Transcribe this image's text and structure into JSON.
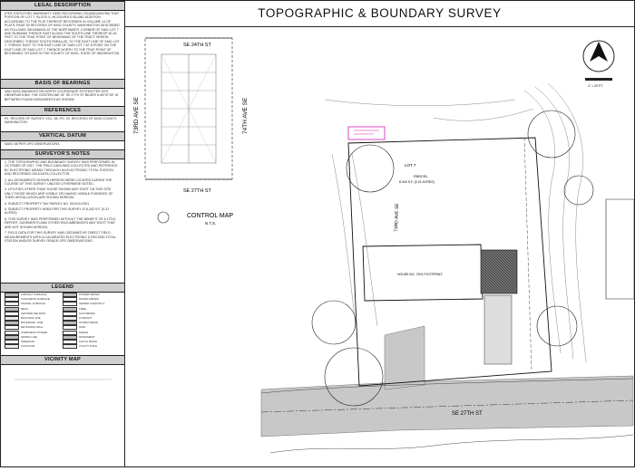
{
  "title": "TOPOGRAPHIC & BOUNDARY SURVEY",
  "sections": {
    "legal_description": "LEGAL DESCRIPTION",
    "basis_of_bearings": "BASIS OF BEARINGS",
    "references": "REFERENCES",
    "vertical_datum": "VERTICAL DATUM",
    "surveyors_notes": "SURVEYOR'S NOTES",
    "legend": "LEGEND",
    "vicinity_map": "VICINITY MAP"
  },
  "legal_text": "(PER STATUTORY WARRANTY DEED RECORDING 20180824000789) THAT PORTION OF LOT 7, BLOCK 5, MCGILVRA'S ISLAND ADDITION ACCORDING TO THE PLAT THEREOF RECORDED IN VOLUME 14 OF PLATS, PAGE 50 RECORDS OF KING COUNTY, WASHINGTON DESCRIBED AS FOLLOWS: BEGINNING AT THE NORTHWEST CORNER OF SAID LOT 7 AND RUNNING THENCE EAST ALONG THE SOUTH LINE THEREOF 60.18 FEET TO THE TRUE POINT OF BEGINNING OF THE TRACT HEREIN DESCRIBED; THENCE SOUTH PARALLEL TO THE EAST LINE OF SAID LOT 7; THENCE EAST TO THE EAST LINE OF SAID LOT 7 AT A POINT ON THE EAST LINE OF SAID LOT 7; THENCE NORTH TO THE TRUE POINT OF BEGINNING. SITUATE IN THE COUNTY OF KING, STATE OF WASHINGTON.",
  "bearings_text": "NAD 83/91 WASHINGTON NORTH COORDINATE SYSTEM PER GPS OBSERVATIONS. THE CENTERLINE OF SE 27TH ST BEARS N 89°57'45\" W BETWEEN FOUND MONUMENTS AS SHOWN.",
  "references_text": "R1. RECORD OF SURVEY, VOL. 88, PG. 33, RECORDS OF KING COUNTY, WASHINGTON.",
  "datum_text": "NAVD 88 PER GPS OBSERVATIONS.",
  "notes": [
    "1. THE TOPOGRAPHIC AND BOUNDARY SURVEY WAS PERFORMED IN OCTOBER OF 2017. THE FIELD DATA WAS COLLECTED AND RETRIEVED BY ELECTRONIC MEANS THROUGH AN ELECTRONIC TOTAL STATION AND RECORDED ON A DATA COLLECTOR.",
    "2. ALL MONUMENTS SHOWN HEREON WERE LOCATED DURING THE COURSE OF THIS SURVEY UNLESS OTHERWISE NOTED.",
    "3. UTILITIES OTHER THAN THOSE SHOWN MAY EXIST ON THIS SITE. ONLY THOSE WHICH ARE VISIBLE OR HAVING VISIBLE EVIDENCE OF THEIR INSTALLATION ARE SHOWN HEREON.",
    "4. SUBJECT PROPERTY TAX PARCEL NO. 531010-0391",
    "5. SUBJECT PROPERTY AREA PER THIS SURVEY IS 8,343 S.F. (0.21 ACRES)",
    "6. THIS SURVEY WAS PERFORMED WITHOUT THE BENEFIT OF A TITLE REPORT. EASEMENTS AND OTHER ENCUMBRANCES MAY EXIST THAT ARE NOT SHOWN HEREON.",
    "7. FIELD DATA FOR THIS SURVEY WAS OBTAINED BY DIRECT FIELD MEASUREMENTS WITH A CALIBRATED ELECTRONIC 5-SECOND TOTAL STATION AND/OR SURVEY GRADE GPS OBSERVATIONS."
  ],
  "legend_items": [
    "ASPHALT SURFACE",
    "CONCRETE SURFACE",
    "GRAVEL SURFACE",
    "DECK",
    "CENTERLINE ROW",
    "BUILDING LINE",
    "BOUNDARY LINE",
    "RETAINING WALL",
    "OVERHEAD POWER",
    "WATER LINE",
    "SIDEWALK",
    "CONTOUR",
    "POWER METER",
    "WATER METER",
    "SEWER CLEANOUT",
    "TREE",
    "GAS METER",
    "HYDRANT",
    "STORM DRAIN",
    "SIGN",
    "FENCE",
    "MONUMENT",
    "CATCH BASIN",
    "UTILITY POLE"
  ],
  "control_map": {
    "title": "CONTROL MAP",
    "scale": "N.T.S.",
    "street_n": "SE 24TH ST",
    "street_s": "SE 27TH ST",
    "street_w": "73RD AVE SE",
    "street_e": "74TH AVE SE"
  },
  "plan": {
    "street_s": "SE 27TH ST",
    "street_w": "73RD AVE SE",
    "lot_label": "LOT 7",
    "parcel_label": "PARCEL",
    "parcel_area": "8,343 S.F. (0.21 ACRES)",
    "house_label": "HOUSE NO. 7301 FOOTPRINT"
  },
  "north_arrow_note": "1\" = 20 FT",
  "colors": {
    "header_fill": "#cfcfcf",
    "line": "#222222",
    "pavement": "#c8c8c8",
    "highlight": "#d11fb4"
  }
}
